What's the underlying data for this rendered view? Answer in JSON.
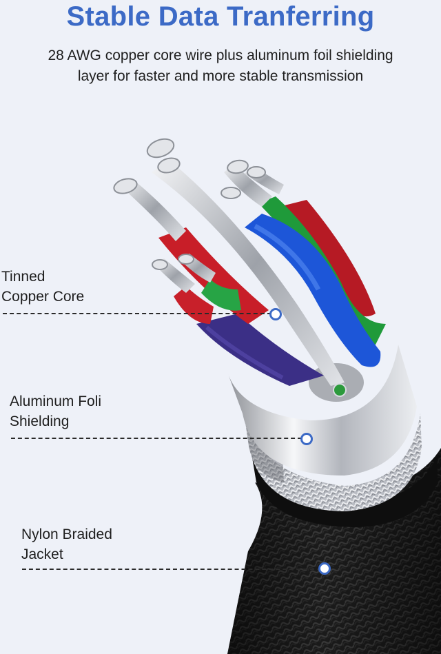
{
  "header": {
    "title": "Stable Data Tranferring",
    "subtitle_line1": "28 AWG copper core wire plus aluminum foil shielding",
    "subtitle_line2": "layer for faster and more stable transmission"
  },
  "callouts": [
    {
      "line1": "Tinned",
      "line2": "Copper Core"
    },
    {
      "line1": "Aluminum Foli",
      "line2": "Shielding"
    },
    {
      "line1": "Nylon Braided",
      "line2": "Jacket"
    }
  ],
  "colors": {
    "title": "#3c6ac6",
    "accent_dot": "#3c6ac6",
    "background": "#eef1f8",
    "jacket": "#1a1a1a",
    "shield": "#c9ccd2",
    "wire_red": "#c81e28",
    "wire_green": "#1f9a3a",
    "wire_blue": "#1d56d8",
    "wire_purple": "#3b2f86"
  }
}
